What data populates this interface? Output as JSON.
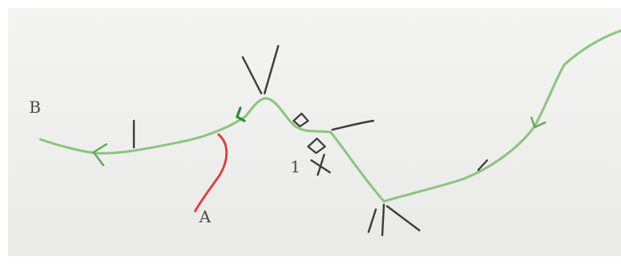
{
  "labels": {
    "start": "B",
    "end": "A",
    "marker": "1"
  },
  "colors": {
    "paper": "#efefed",
    "route": "#8cc47e",
    "route_arrow": "#2e8b3a",
    "branch": "#e23a3a",
    "ink": "#3c3c3c"
  }
}
